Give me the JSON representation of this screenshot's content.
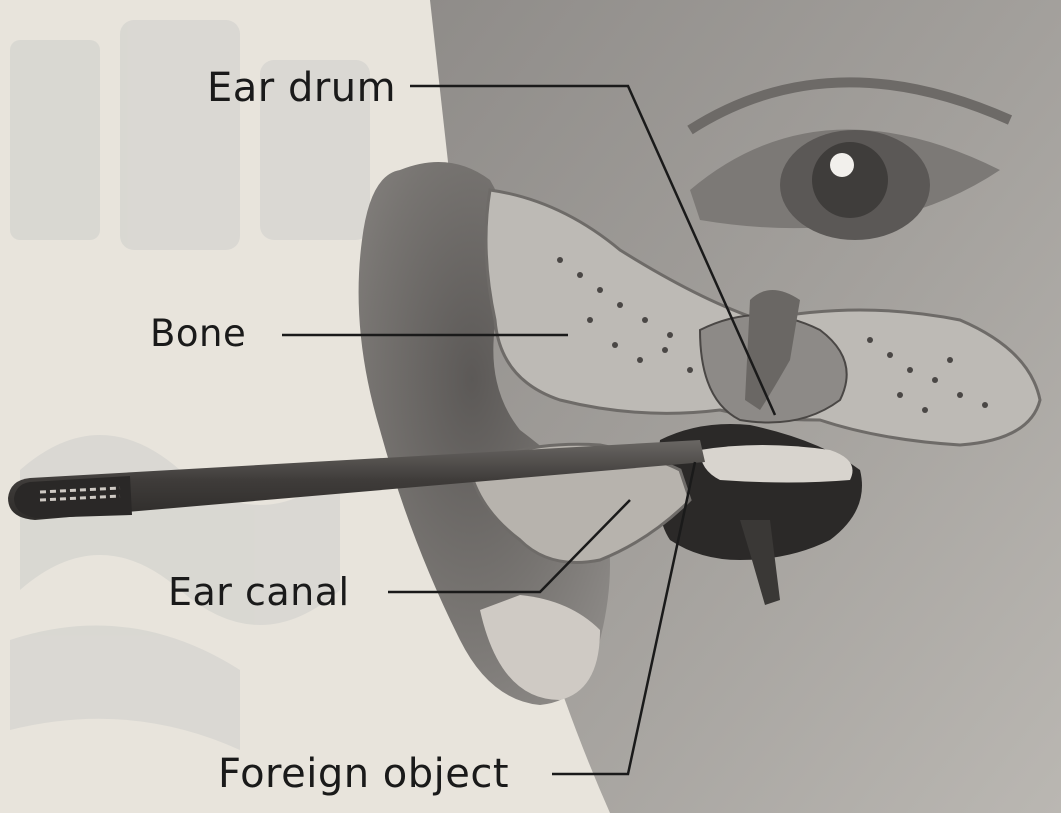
{
  "labels": {
    "ear_drum": "Ear drum",
    "bone": "Bone",
    "ear_canal": "Ear canal",
    "foreign_object": "Foreign object"
  },
  "colors": {
    "paper": "#e8e4dc",
    "face_shade": "#8a8784",
    "ear_skin": "#6e6b69",
    "bone_tissue": "#bdbab5",
    "canal_dark": "#2b2928",
    "pencil": "#4a4745",
    "leader_line": "#1a1a1a"
  }
}
